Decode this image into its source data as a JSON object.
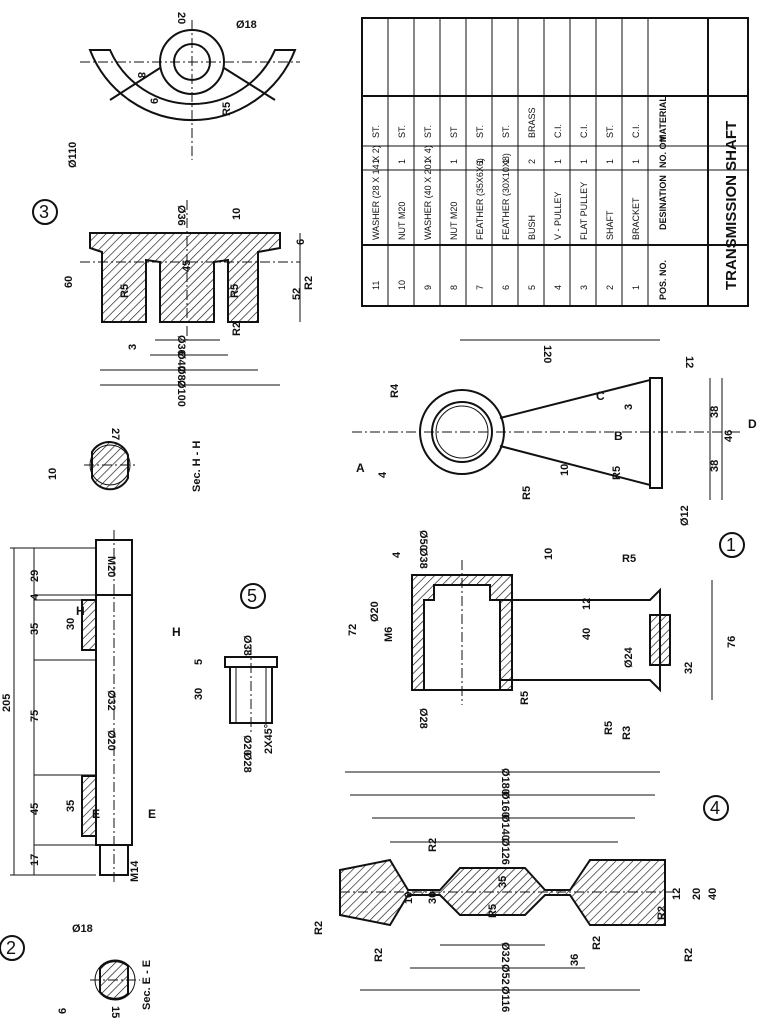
{
  "view_numbers": [
    "1",
    "2",
    "3",
    "4",
    "5"
  ],
  "title_block": {
    "title": "TRANSMISSION SHAFT",
    "headers": {
      "pos": "POS. NO.",
      "designation": "DESINATION",
      "qty": "NO. Off",
      "material": "MATERIAL"
    },
    "rows": [
      {
        "pos": "11",
        "designation": "WASHER (28 X 14 X 2)",
        "qty": "1",
        "material": "ST."
      },
      {
        "pos": "10",
        "designation": "NUT M20",
        "qty": "1",
        "material": "ST."
      },
      {
        "pos": "9",
        "designation": "WASHER (40 X 20 X 4)",
        "qty": "1",
        "material": "ST."
      },
      {
        "pos": "8",
        "designation": "NUT M20",
        "qty": "1",
        "material": "ST"
      },
      {
        "pos": "7",
        "designation": "FEATHER (35X6X6)",
        "qty": "1",
        "material": "ST."
      },
      {
        "pos": "6",
        "designation": "FEATHER (30X10X8)",
        "qty": "1",
        "material": "ST."
      },
      {
        "pos": "5",
        "designation": "BUSH",
        "qty": "2",
        "material": "BRASS"
      },
      {
        "pos": "4",
        "designation": "V - PULLEY",
        "qty": "1",
        "material": "C.I."
      },
      {
        "pos": "3",
        "designation": "FLAT PULLEY",
        "qty": "1",
        "material": "C.I."
      },
      {
        "pos": "2",
        "designation": "SHAFT",
        "qty": "1",
        "material": "ST."
      },
      {
        "pos": "1",
        "designation": "BRACKET",
        "qty": "1",
        "material": "C.I."
      }
    ]
  },
  "shaft_view": {
    "overall": "205",
    "segments": [
      "17",
      "45",
      "75",
      "35",
      "4",
      "29"
    ],
    "diameters": [
      "M14",
      "Ø20",
      "Ø32",
      "M20"
    ],
    "keyways": [
      "35",
      "30"
    ],
    "section_marks": [
      "E",
      "E",
      "H",
      "H"
    ],
    "section_e": {
      "label": "Sec. E - E",
      "dims": [
        "Ø18",
        "6",
        "15"
      ]
    },
    "section_h": {
      "label": "Sec. H - H",
      "dims": [
        "10",
        "27"
      ]
    }
  },
  "flat_pulley_view": {
    "dims": [
      "60",
      "Ø36",
      "10",
      "45",
      "6",
      "R5",
      "R5",
      "R2",
      "R2",
      "52",
      "3",
      "Ø36",
      "Ø40",
      "Ø82",
      "Ø100"
    ]
  },
  "top_end_view": {
    "dims": [
      "20",
      "Ø18",
      "8",
      "6",
      "R5",
      "Ø110"
    ]
  },
  "bush_view": {
    "dims": [
      "5",
      "30",
      "Ø38",
      "Ø20",
      "Ø28",
      "2X45°"
    ]
  },
  "bracket_side_view": {
    "dims": [
      "72",
      "Ø20",
      "M6",
      "Ø38",
      "Ø50",
      "Ø28",
      "4",
      "10",
      "12",
      "40",
      "Ø24",
      "32",
      "76",
      "R5",
      "R5",
      "R5",
      "R3"
    ]
  },
  "bracket_front_view": {
    "dims": [
      "120",
      "R4",
      "4",
      "A",
      "B",
      "C",
      "D",
      "10",
      "R5",
      "R5",
      "Ø12",
      "46",
      "38",
      "38",
      "3",
      "12"
    ]
  },
  "v_pulley_view": {
    "dims": [
      "Ø180",
      "Ø160",
      "Ø140",
      "Ø126",
      "Ø116",
      "Ø52",
      "Ø32",
      "R2",
      "R2",
      "R2",
      "R2",
      "R2",
      "R2",
      "R5",
      "10",
      "30",
      "35",
      "12",
      "20",
      "40",
      "36"
    ]
  }
}
